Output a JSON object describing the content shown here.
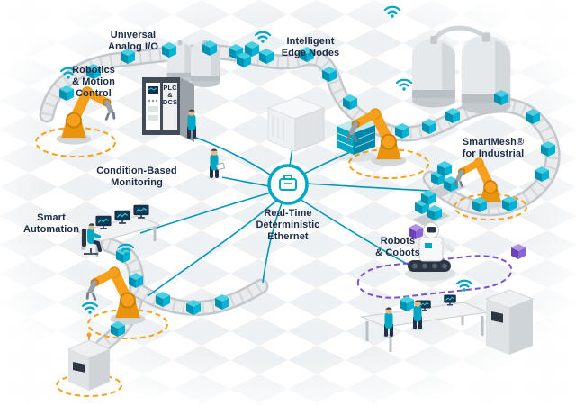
{
  "scene": {
    "labels": {
      "universal_analog_io": "Universal\nAnalog I/O",
      "robotics_motion_control": "Robotics\n& Motion\nControl",
      "intelligent_edge_nodes": "Intelligent\nEdge Nodes",
      "plc_dcs": "PLC\n&\nDCS",
      "condition_based_monitoring": "Condition-Based\nMonitoring",
      "smart_automation": "Smart\nAutomation",
      "real_time_deterministic_ethernet": "Real-Time\nDeterministic\nEthernet",
      "smartmesh_for_industrial": "SmartMesh®\nfor Industrial",
      "robots_cobots": "Robots\n& Cobots"
    },
    "colors": {
      "teal": "#00a7c4",
      "navy_text": "#1c2b45",
      "robot_orange": "#f6a01e",
      "dashed_orange": "#f6a01e",
      "purple": "#7b4fd0",
      "conveyor_gray": "#c2c8cc"
    },
    "icons": {
      "wifi": "wifi-icon",
      "hub": "ethernet-hub-icon",
      "box": "goods-box-icon"
    }
  }
}
